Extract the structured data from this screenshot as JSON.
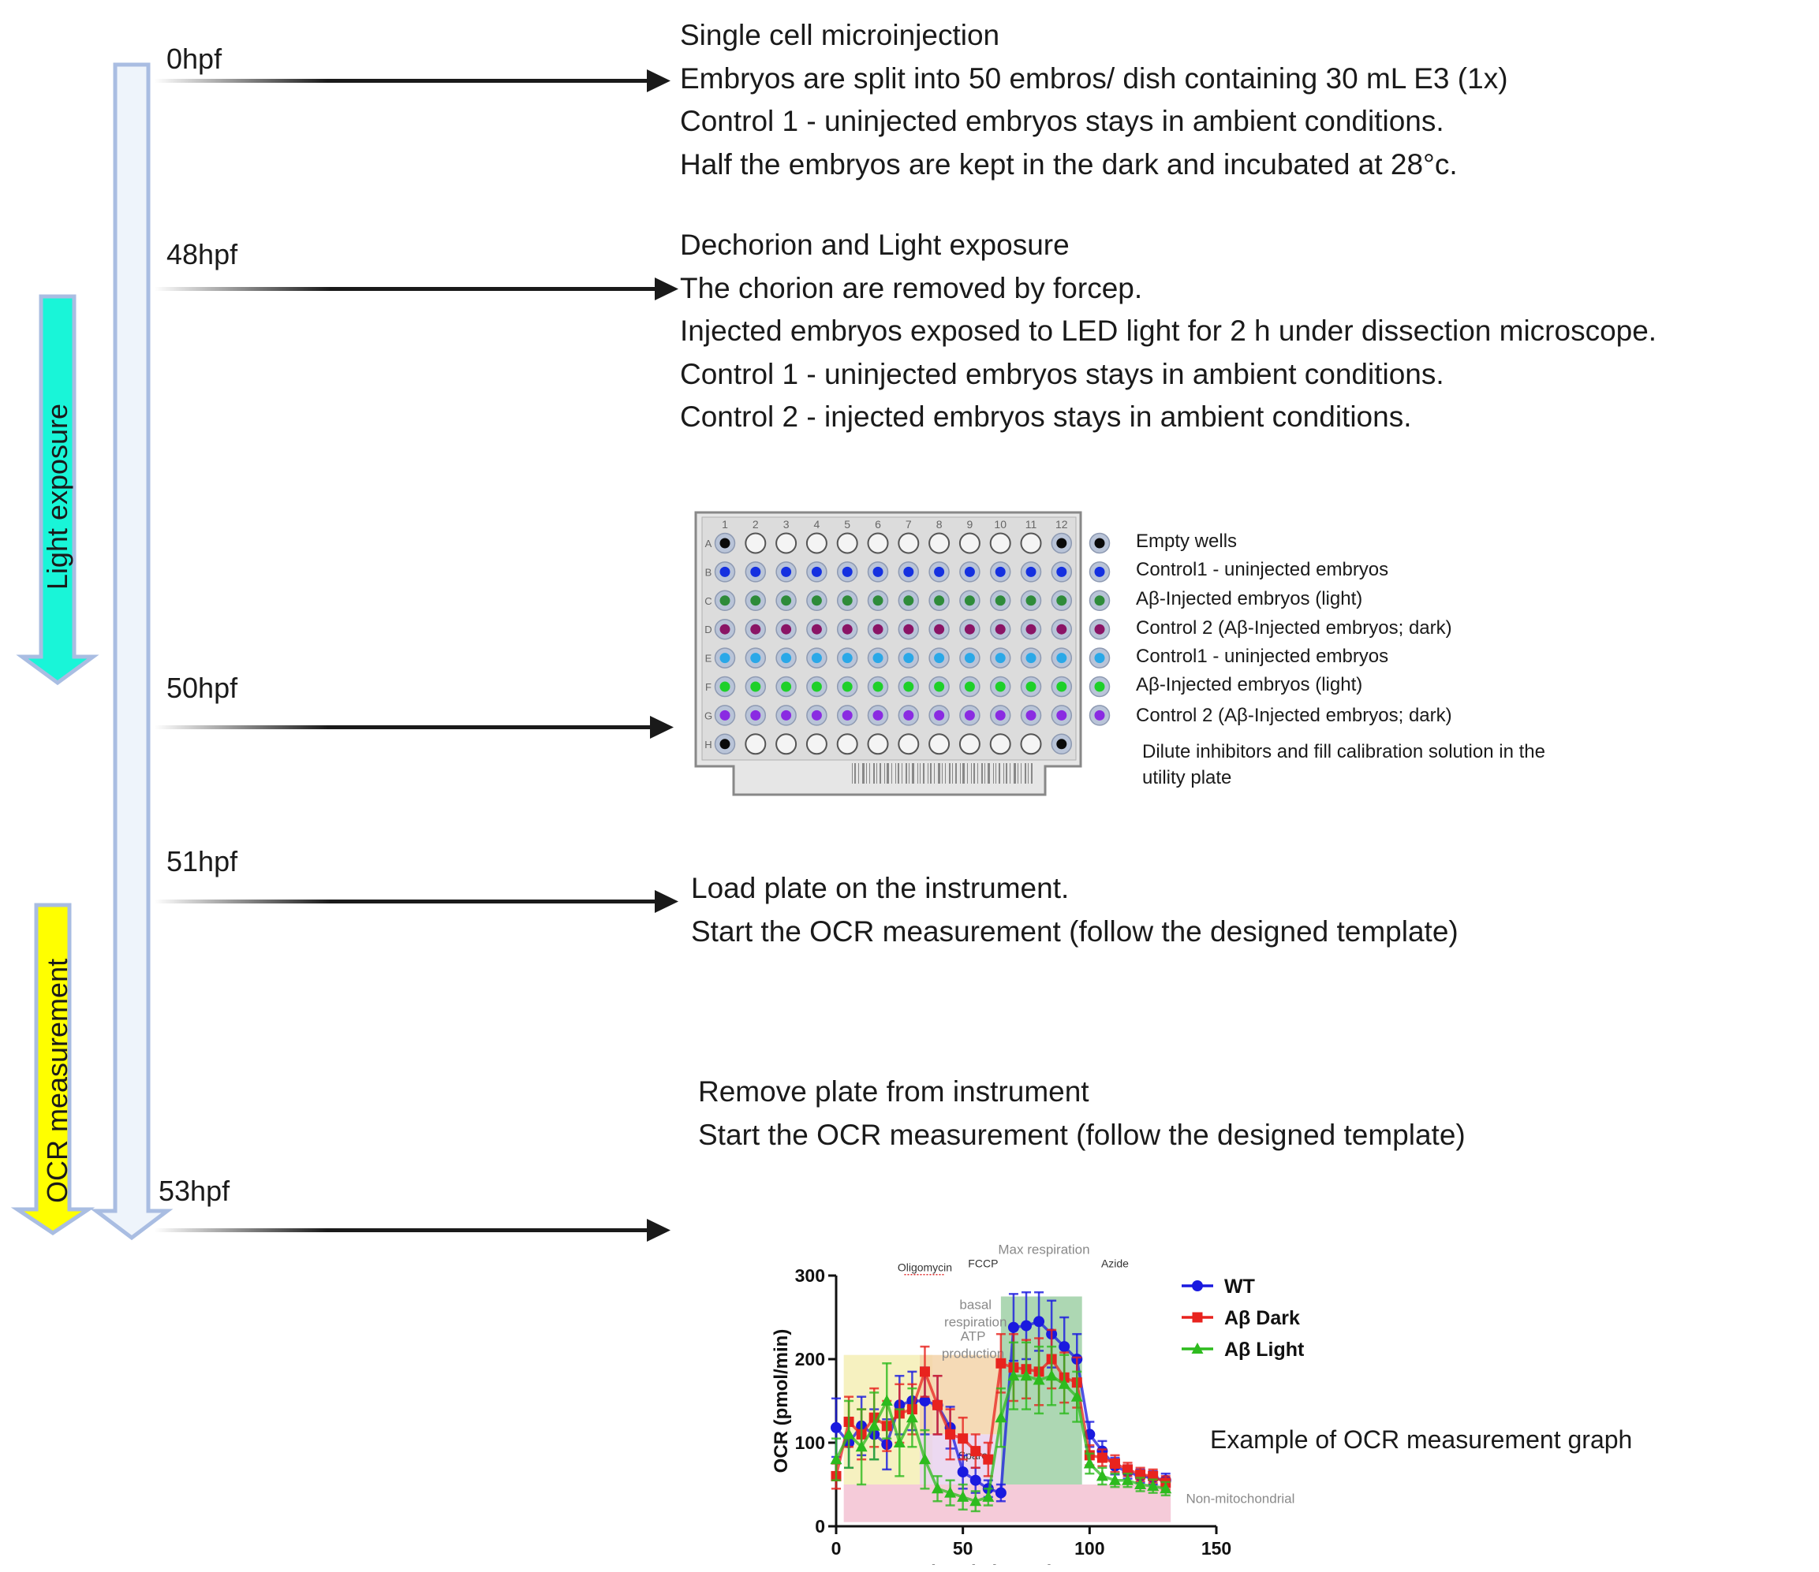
{
  "timeline": {
    "timepoints": [
      {
        "label": "0hpf"
      },
      {
        "label": "48hpf"
      },
      {
        "label": "50hpf"
      },
      {
        "label": "51hpf"
      },
      {
        "label": "53hpf"
      }
    ],
    "phases": {
      "light": {
        "label": "Light exposure",
        "color": "#19f5d8"
      },
      "ocr": {
        "label": "OCR measurement",
        "color": "#ffff00"
      }
    },
    "bar_color": "#eef4fb",
    "bar_border": "#a9bde2"
  },
  "steps": [
    {
      "lines": [
        "Single cell microinjection",
        "Embryos are split into 50 embros/ dish containing 30 mL E3 (1x)",
        "Control 1 - uninjected embryos stays in ambient conditions.",
        "Half the embryos are kept in the dark and incubated at 28°c."
      ]
    },
    {
      "lines": [
        "Dechorion and Light exposure",
        "The chorion are removed by forcep.",
        "Injected embryos exposed to LED  light for 2 h under dissection microscope.",
        "Control 1 - uninjected embryos stays in ambient conditions.",
        "Control 2 - injected embryos stays in ambient conditions."
      ]
    },
    {
      "lines": [
        "Load plate on the instrument.",
        "Start the OCR measurement (follow the designed template)"
      ]
    },
    {
      "lines": [
        "Remove plate from instrument",
        "Start the OCR measurement (follow the designed template)"
      ]
    }
  ],
  "plate": {
    "columns": [
      "1",
      "2",
      "3",
      "4",
      "5",
      "6",
      "7",
      "8",
      "9",
      "10",
      "11",
      "12"
    ],
    "rows": [
      "A",
      "B",
      "C",
      "D",
      "E",
      "F",
      "G",
      "H"
    ],
    "row_colors": {
      "A": "#0a0a0a",
      "B": "#1430e0",
      "C": "#2e8b3a",
      "D": "#8a1466",
      "E": "#2aa8e8",
      "F": "#1ed02a",
      "G": "#8a2be2",
      "H": "#0a0a0a"
    },
    "legend": [
      {
        "label": "Empty wells",
        "color": "#0a0a0a"
      },
      {
        "label": "Control1 - uninjected embryos",
        "color": "#1430e0"
      },
      {
        "label": "Aβ-Injected embryos (light)",
        "color": "#2e8b3a"
      },
      {
        "label": "Control 2 (Aβ-Injected embryos; dark)",
        "color": "#8a1466"
      },
      {
        "label": "Control1 - uninjected embryos",
        "color": "#2aa8e8"
      },
      {
        "label": "Aβ-Injected embryos (light)",
        "color": "#1ed02a"
      },
      {
        "label": "Control 2 (Aβ-Injected embryos; dark)",
        "color": "#8a2be2"
      }
    ],
    "note_lines": [
      "Dilute inhibitors and fill calibration solution in the",
      "utility plate"
    ]
  },
  "chart_data": {
    "type": "line",
    "title": "",
    "xlabel": "Time (minutes)",
    "ylabel": "OCR (pmol/min)",
    "xlim": [
      0,
      150
    ],
    "ylim": [
      0,
      300
    ],
    "xticks": [
      0,
      50,
      100,
      150
    ],
    "yticks": [
      0,
      100,
      200,
      300
    ],
    "x": [
      0,
      5,
      10,
      15,
      20,
      25,
      30,
      35,
      40,
      45,
      50,
      55,
      60,
      65,
      70,
      75,
      80,
      85,
      90,
      95,
      100,
      105,
      110,
      115,
      120,
      125,
      130
    ],
    "series": [
      {
        "name": "WT",
        "color": "#1a1adf",
        "marker": "circle",
        "values": [
          118,
          100,
          120,
          110,
          98,
          145,
          150,
          150,
          145,
          118,
          65,
          55,
          45,
          40,
          238,
          240,
          245,
          230,
          215,
          200,
          110,
          90,
          72,
          65,
          60,
          58,
          55
        ],
        "errors": [
          35,
          30,
          35,
          30,
          30,
          35,
          35,
          40,
          35,
          25,
          20,
          15,
          10,
          10,
          40,
          40,
          35,
          40,
          35,
          30,
          15,
          12,
          10,
          8,
          8,
          8,
          8
        ]
      },
      {
        "name": "Aβ Dark",
        "color": "#e8231e",
        "marker": "square",
        "values": [
          60,
          125,
          110,
          130,
          120,
          135,
          140,
          185,
          145,
          110,
          105,
          90,
          80,
          195,
          190,
          188,
          185,
          200,
          178,
          172,
          85,
          82,
          75,
          68,
          62,
          60,
          52
        ],
        "errors": [
          15,
          30,
          30,
          35,
          30,
          35,
          30,
          30,
          35,
          30,
          25,
          20,
          20,
          35,
          40,
          35,
          40,
          35,
          30,
          30,
          12,
          10,
          10,
          8,
          8,
          8,
          8
        ]
      },
      {
        "name": "Aβ Light",
        "color": "#2dbb1e",
        "marker": "triangle",
        "values": [
          80,
          110,
          95,
          120,
          150,
          100,
          130,
          80,
          45,
          40,
          35,
          30,
          35,
          130,
          180,
          180,
          175,
          180,
          170,
          155,
          75,
          60,
          55,
          55,
          50,
          48,
          45
        ],
        "errors": [
          25,
          40,
          45,
          40,
          45,
          40,
          35,
          35,
          15,
          15,
          15,
          12,
          10,
          35,
          40,
          40,
          40,
          35,
          35,
          30,
          12,
          10,
          8,
          8,
          8,
          8,
          8
        ]
      }
    ],
    "regions": [
      {
        "label": "basal respiration",
        "x": [
          3,
          38
        ],
        "y": [
          50,
          205
        ],
        "color": "#f5efb5"
      },
      {
        "label": "ATP production",
        "x": [
          33,
          65
        ],
        "y": [
          110,
          205
        ],
        "color": "#f3d4a9"
      },
      {
        "label": "",
        "x": [
          33,
          65
        ],
        "y": [
          50,
          110
        ],
        "color": "#e9d2ee"
      },
      {
        "label": "Max respiration",
        "x": [
          65,
          97
        ],
        "y": [
          50,
          275
        ],
        "color": "#9fd0a6"
      },
      {
        "label": "Non-mitochondrial",
        "x": [
          3,
          132
        ],
        "y": [
          5,
          50
        ],
        "color": "#f3c2d2"
      }
    ],
    "annotations": [
      "Oligomycin",
      "FCCP",
      "Azide",
      "Spare"
    ],
    "legend_position": "right",
    "caption": "Example of OCR measurement graph"
  }
}
